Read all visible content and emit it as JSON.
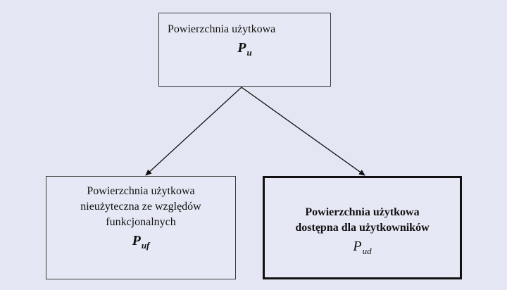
{
  "diagram": {
    "type": "hierarchy",
    "colors": {
      "background": "#e4e7f3",
      "line": "#111111"
    },
    "root": {
      "label": "Powierzchnia użytkowa",
      "symbol": "P",
      "subscript": "u"
    },
    "children": [
      {
        "label_lines": [
          "Powierzchnia użytkowa",
          "nieużyteczna ze względów",
          "funkcjonalnych"
        ],
        "symbol": "P",
        "subscript": "uf",
        "emphasis": false
      },
      {
        "label_lines": [
          "Powierzchnia użytkowa",
          "dostępna dla użytkowników"
        ],
        "symbol": "P",
        "subscript": "ud",
        "emphasis": true
      }
    ],
    "edges": [
      {
        "from": "root",
        "to": "children.0"
      },
      {
        "from": "root",
        "to": "children.1"
      }
    ]
  }
}
